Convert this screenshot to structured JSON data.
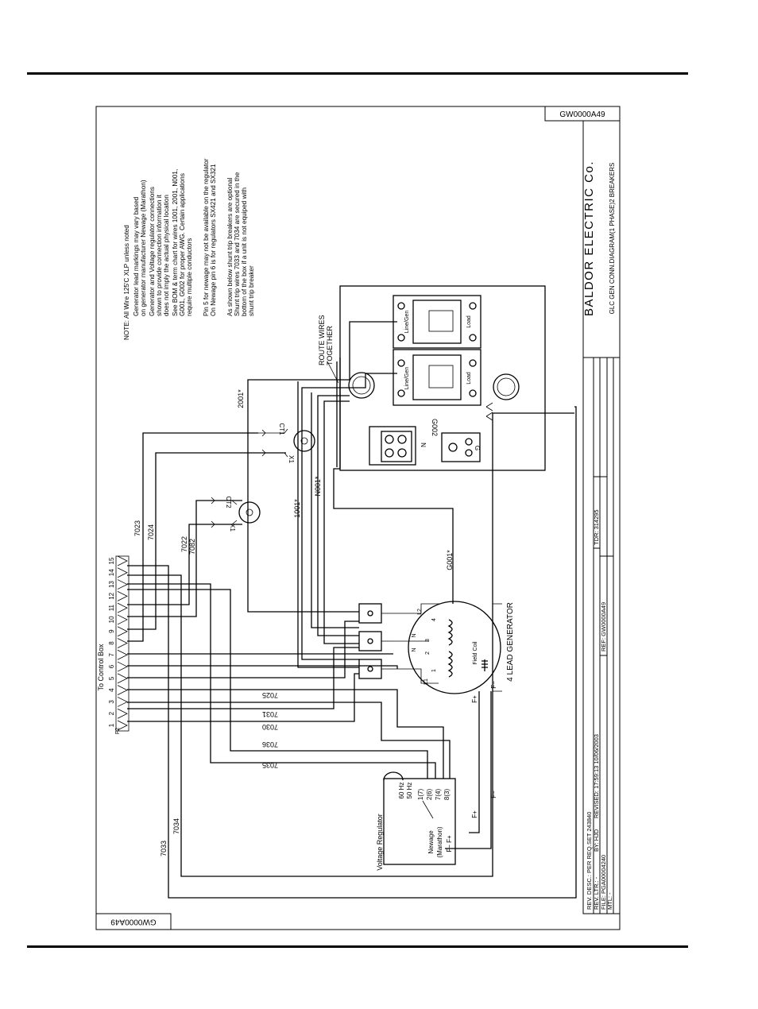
{
  "sheet_id": "GW0000A49",
  "title_block": {
    "company": "BALDOR ELECTRIC Co.",
    "drawing_title": "GLC GEN CONN.DIAGRAM(1 PHASE)2 BREAKERS",
    "rev_desc": "REV. DESC.: PER REQ.SET 243840",
    "rev_ltr": "REV. LTR.: -",
    "by": "BY: HJD",
    "revised": "REVISED: 17:59:13 10/06/2003",
    "tdr": "TDR: 314295",
    "file": "FILE: PGA00004240",
    "ref": "REF: GW0000A49",
    "mtl": "MTL: -"
  },
  "notes": [
    "NOTE:   All Wire 125'C XLP unless noted",
    "Generator lead markings may vary based",
    "on generator manufacturer Newage (Marathon)",
    "Generator and Voltage regulator connections",
    "shown to provide connection information it",
    "does not imply the actual physical location",
    "See BOM & term chart for wires 1001, 2001, N001,",
    "G001, G002 for proper AWG. Certain applications",
    "require multiple conductors",
    "Pin 5 for newage may not be available on the regulator",
    "On Newage pin 6 is for regulators SX421 and SX321",
    "As shown below shunt trip breakers are optional",
    "Shunt trip wires 7033 and 7034 are secured in the",
    "bottom of the box if a unit is not equiped with",
    "shunt trip breaker"
  ],
  "control_box": {
    "title": "To Control Box",
    "terminal_label": "F2",
    "pins": [
      "1",
      "2",
      "3",
      "4",
      "5",
      "6",
      "7",
      "8",
      "9",
      "10",
      "11",
      "12",
      "13",
      "14",
      "15"
    ]
  },
  "wires": [
    "7023",
    "7024",
    "7022",
    "7082",
    "7025",
    "7031",
    "7030",
    "7036",
    "7035",
    "7034",
    "7033"
  ],
  "power_wires": [
    "2001*",
    "1001*",
    "N001*",
    "G001*",
    "G002"
  ],
  "cts": [
    {
      "name": "CT1",
      "x": "X1"
    },
    {
      "name": "CT2",
      "x": "X1"
    }
  ],
  "route_note": [
    "ROUTE WIRES",
    "TOGETHER"
  ],
  "breakers": [
    {
      "line": "Line/Gen",
      "load": "Load"
    },
    {
      "line": "Line/Gen",
      "load": "Load"
    }
  ],
  "neutral_label": "N",
  "ground_label": "G",
  "generator": {
    "title": "4 LEAD GENERATOR",
    "leads": [
      "L1",
      "L2",
      "N",
      "N"
    ],
    "terminals": [
      "1",
      "2",
      "3",
      "4"
    ],
    "field": "Field Coil",
    "f_plus": "F+",
    "f_minus": "F−"
  },
  "regulator": {
    "title": "Voltage Regulator",
    "hz60": "60 Hz",
    "hz50": "50 Hz",
    "pins": [
      "1(7)",
      "2(6)",
      "7(4)",
      "8(3)"
    ],
    "brand": "Newage",
    "brand2": "(Marathon)",
    "f_row": "F−   F+",
    "f_plus": "F+",
    "f_minus": "F−"
  }
}
